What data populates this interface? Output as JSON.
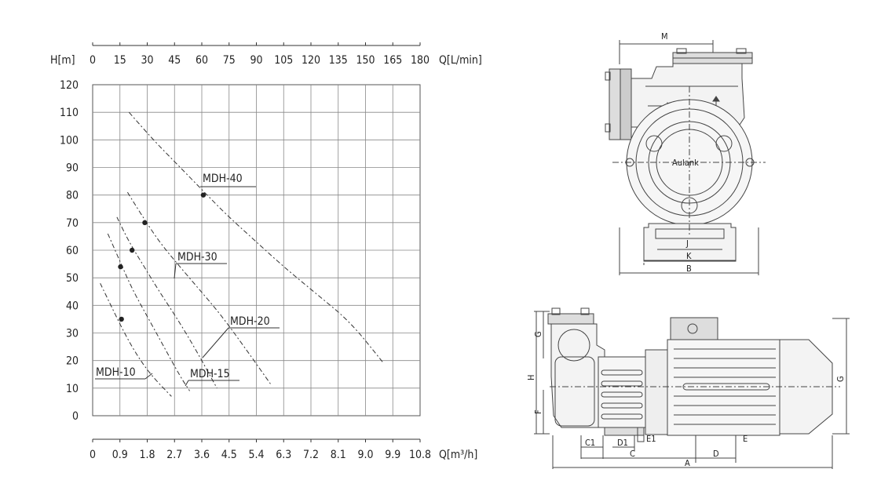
{
  "chart_data": {
    "type": "line",
    "y_label": "H[m]",
    "x_top_label": "Q[L/min]",
    "x_bottom_label": "Q[m³/h]",
    "y_ticks": [
      "0",
      "10",
      "20",
      "30",
      "40",
      "50",
      "60",
      "70",
      "80",
      "90",
      "100",
      "110",
      "120"
    ],
    "x_top_ticks": [
      "0",
      "15",
      "30",
      "45",
      "60",
      "75",
      "90",
      "105",
      "120",
      "135",
      "150",
      "165",
      "180"
    ],
    "x_bottom_ticks": [
      "0",
      "0.9",
      "1.8",
      "2.7",
      "3.6",
      "4.5",
      "5.4",
      "6.3",
      "7.2",
      "8.1",
      "9.0",
      "9.9",
      "10.8"
    ],
    "ylim": [
      0,
      120
    ],
    "xlim_m3h": [
      0,
      10.8
    ],
    "grid": true,
    "series": [
      {
        "name": "MDH-40",
        "points": [
          [
            1.2,
            110
          ],
          [
            2.0,
            100
          ],
          [
            2.8,
            91
          ],
          [
            3.6,
            82
          ],
          [
            4.4,
            73
          ],
          [
            5.3,
            64
          ],
          [
            6.3,
            54
          ],
          [
            7.4,
            44
          ],
          [
            8.5,
            34
          ],
          [
            9.6,
            19
          ]
        ],
        "marker": [
          3.65,
          80
        ]
      },
      {
        "name": "MDH-30",
        "points": [
          [
            1.15,
            81
          ],
          [
            1.6,
            73
          ],
          [
            2.2,
            63
          ],
          [
            2.8,
            55
          ],
          [
            3.5,
            46
          ],
          [
            4.2,
            37
          ],
          [
            5.0,
            25
          ],
          [
            5.9,
            11
          ]
        ],
        "marker": [
          1.72,
          70
        ]
      },
      {
        "name": "MDH-20",
        "points": [
          [
            0.8,
            72
          ],
          [
            1.2,
            63
          ],
          [
            1.7,
            54
          ],
          [
            2.2,
            45
          ],
          [
            2.8,
            35
          ],
          [
            3.4,
            24
          ],
          [
            4.1,
            10
          ]
        ],
        "marker": [
          1.3,
          60
        ]
      },
      {
        "name": "MDH-15",
        "points": [
          [
            0.5,
            66
          ],
          [
            0.9,
            56
          ],
          [
            1.3,
            46
          ],
          [
            1.8,
            36
          ],
          [
            2.3,
            26
          ],
          [
            2.9,
            14
          ],
          [
            3.2,
            9
          ]
        ],
        "marker": [
          0.92,
          54
        ]
      },
      {
        "name": "MDH-10",
        "points": [
          [
            0.25,
            48
          ],
          [
            0.6,
            40
          ],
          [
            1.0,
            31
          ],
          [
            1.4,
            23
          ],
          [
            1.9,
            15
          ],
          [
            2.6,
            7
          ]
        ],
        "marker": [
          0.95,
          35
        ]
      }
    ],
    "series_labels": [
      "MDH-40",
      "MDH-30",
      "MDH-20",
      "MDH-15",
      "MDH-10"
    ]
  },
  "drawing": {
    "brand": "Aulank",
    "front_dims": [
      "M",
      "J",
      "K",
      "B"
    ],
    "side_dims": [
      "G",
      "H",
      "F",
      "C1",
      "D1",
      "E1",
      "C",
      "D",
      "E",
      "A",
      "G"
    ]
  }
}
